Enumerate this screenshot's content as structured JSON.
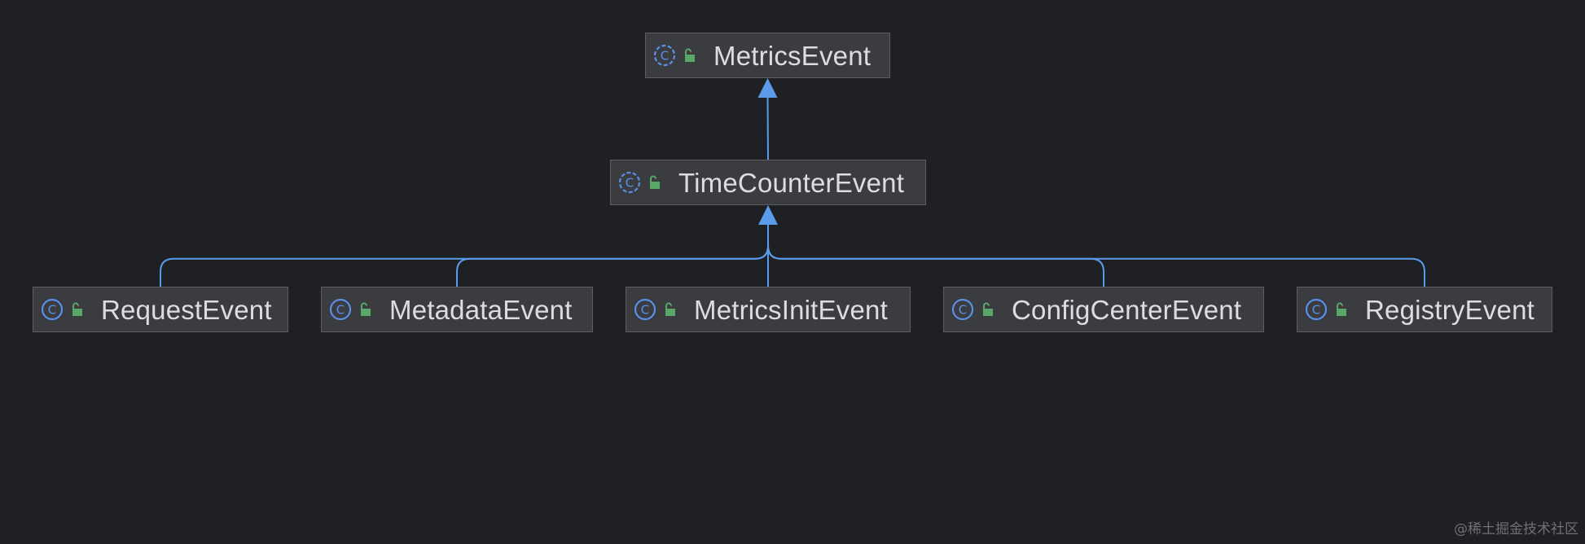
{
  "diagram": {
    "nodes": [
      {
        "id": "metrics-event",
        "label": "MetricsEvent"
      },
      {
        "id": "time-counter-event",
        "label": "TimeCounterEvent"
      },
      {
        "id": "request-event",
        "label": "RequestEvent"
      },
      {
        "id": "metadata-event",
        "label": "MetadataEvent"
      },
      {
        "id": "metrics-init-event",
        "label": "MetricsInitEvent"
      },
      {
        "id": "config-center-event",
        "label": "ConfigCenterEvent"
      },
      {
        "id": "registry-event",
        "label": "RegistryEvent"
      }
    ],
    "edges": [
      {
        "from": "time-counter-event",
        "to": "metrics-event",
        "type": "extends"
      },
      {
        "from": "request-event",
        "to": "time-counter-event",
        "type": "extends"
      },
      {
        "from": "metadata-event",
        "to": "time-counter-event",
        "type": "extends"
      },
      {
        "from": "metrics-init-event",
        "to": "time-counter-event",
        "type": "extends"
      },
      {
        "from": "config-center-event",
        "to": "time-counter-event",
        "type": "extends"
      },
      {
        "from": "registry-event",
        "to": "time-counter-event",
        "type": "extends"
      }
    ],
    "node_icon": "class-icon",
    "visibility_icon": "public-lock-icon"
  },
  "colors": {
    "background": "#1f2024",
    "node_fill": "#3b3c40",
    "node_border": "#5c5d61",
    "edge": "#5b9bea",
    "class_icon": "#5b8ee6",
    "visibility_icon": "#59a869"
  },
  "watermark": "@稀土掘金技术社区"
}
